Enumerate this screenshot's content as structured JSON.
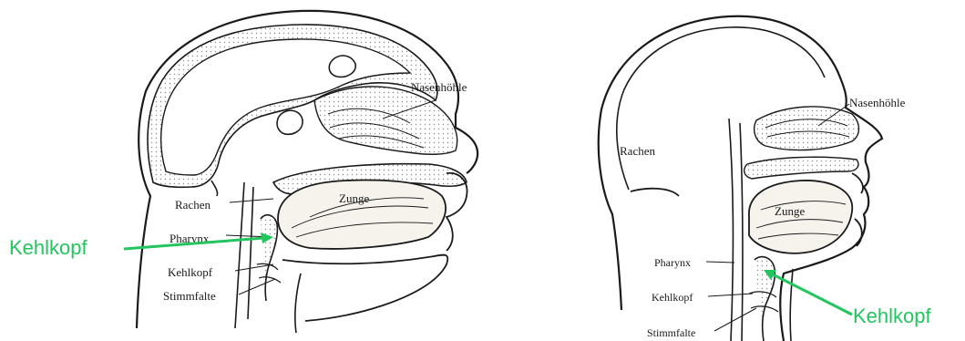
{
  "left_diagram": {
    "labels": {
      "nasenhoehle": "Nasenhöhle",
      "rachen": "Rachen",
      "zunge": "Zunge",
      "pharynx": "Pharynx",
      "kehlkopf": "Kehlkopf",
      "stimmfalte": "Stimmfalte"
    },
    "callout": "Kehlkopf"
  },
  "right_diagram": {
    "labels": {
      "nasenhoehle": "Nasenhöhle",
      "rachen": "Rachen",
      "zunge": "Zunge",
      "pharynx": "Pharynx",
      "kehlkopf": "Kehlkopf",
      "stimmfalte": "Stimmfalte"
    },
    "callout": "Kehlkopf"
  },
  "colors": {
    "callout": "#22c55e",
    "ink": "#1a1a1a",
    "stipple": "#d9d4c7"
  }
}
